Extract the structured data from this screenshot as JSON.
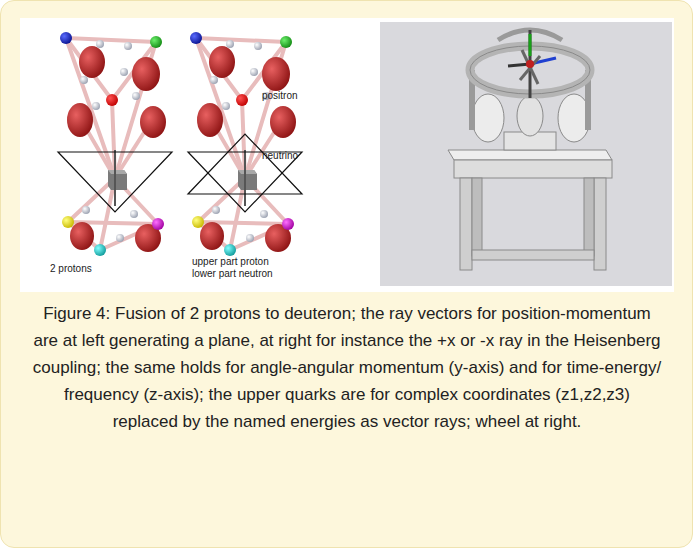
{
  "diagram": {
    "caption": "Figure 4: Fusion of 2 protons to deuteron; the ray vectors for position-momentum are at left generating a plane, at right for instance the +x or -x ray in the Heisenberg coupling; the same holds for angle-angular momentum (y-axis) and for time-energy/ frequency (z-axis); the upper quarks are for complex coordinates (z1,z2,z3) replaced by the named energies as vector rays; wheel at right.",
    "labels": [
      "positron",
      "neutrino",
      "2 protons",
      "upper part proton lower part neutron"
    ]
  }
}
